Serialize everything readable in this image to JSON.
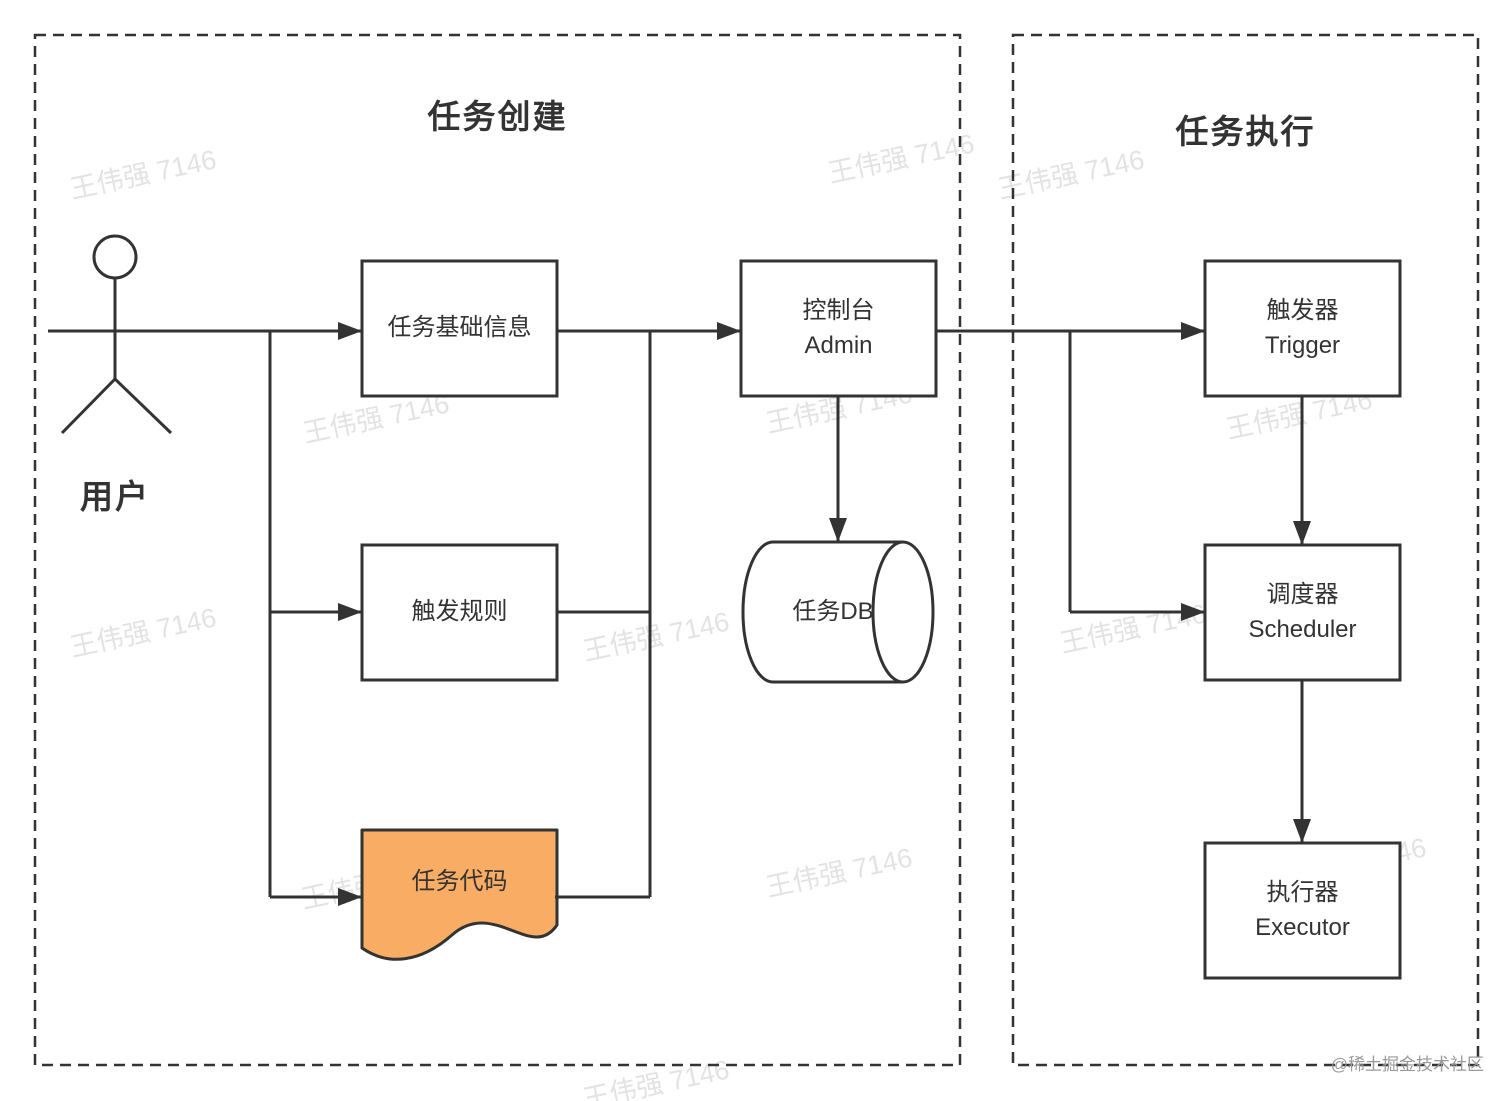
{
  "titles": {
    "left": "任务创建",
    "right": "任务执行"
  },
  "user": {
    "label": "用户"
  },
  "nodes": {
    "task_basic_info": {
      "label": "任务基础信息"
    },
    "trigger_rules": {
      "label": "触发规则"
    },
    "task_code": {
      "label": "任务代码"
    },
    "admin": {
      "line1": "控制台",
      "line2": "Admin"
    },
    "task_db": {
      "label": "任务DB"
    },
    "trigger": {
      "line1": "触发器",
      "line2": "Trigger"
    },
    "scheduler": {
      "line1": "调度器",
      "line2": "Scheduler"
    },
    "executor": {
      "line1": "执行器",
      "line2": "Executor"
    }
  },
  "watermark": {
    "text": "王伟强 7146"
  },
  "credit": {
    "text": "@稀土掘金技术社区"
  },
  "colors": {
    "line": "#333333",
    "task_code_fill": "#F9AC63",
    "watermark": "#E3E3E3"
  }
}
